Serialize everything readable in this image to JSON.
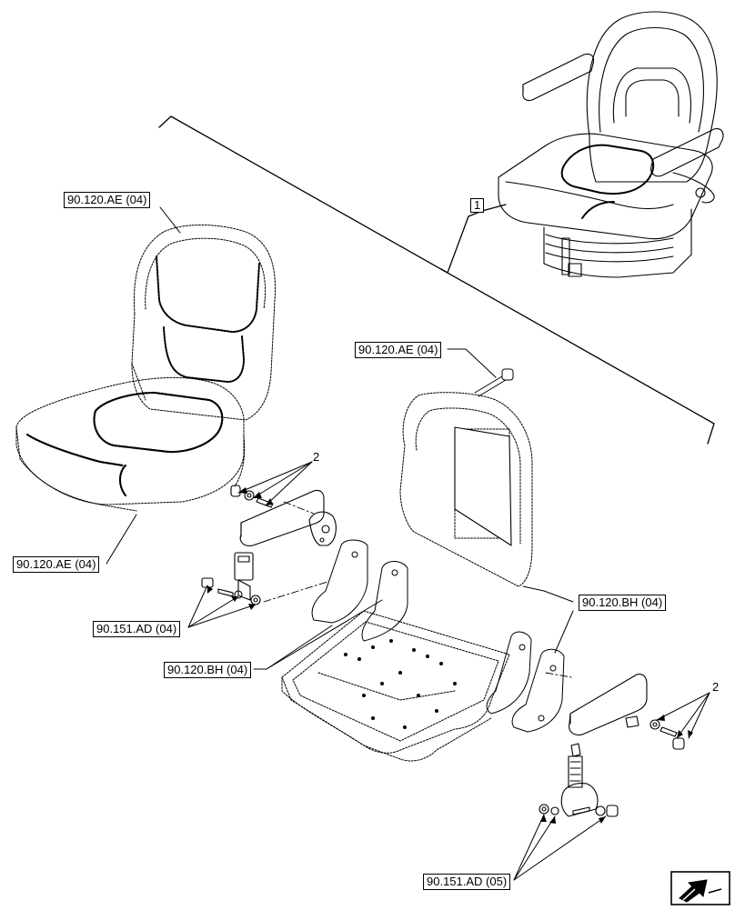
{
  "callouts": [
    {
      "id": "seat-cushion-top",
      "label": "90.120.AE (04)"
    },
    {
      "id": "backrest-screw",
      "label": "90.120.AE (04)"
    },
    {
      "id": "seat-cushion-bottom",
      "label": "90.120.AE (04)"
    },
    {
      "id": "belt-left",
      "label": "90.151.AD (04)"
    },
    {
      "id": "frame-left",
      "label": "90.120.BH (04)"
    },
    {
      "id": "frame-right",
      "label": "90.120.BH (04)"
    },
    {
      "id": "belt-right",
      "label": "90.151.AD (05)"
    }
  ],
  "item_numbers": {
    "seat_assembly": "1",
    "armrest_left": "2",
    "armrest_right": "2"
  },
  "nav_icon": "next-page-arrow-icon"
}
